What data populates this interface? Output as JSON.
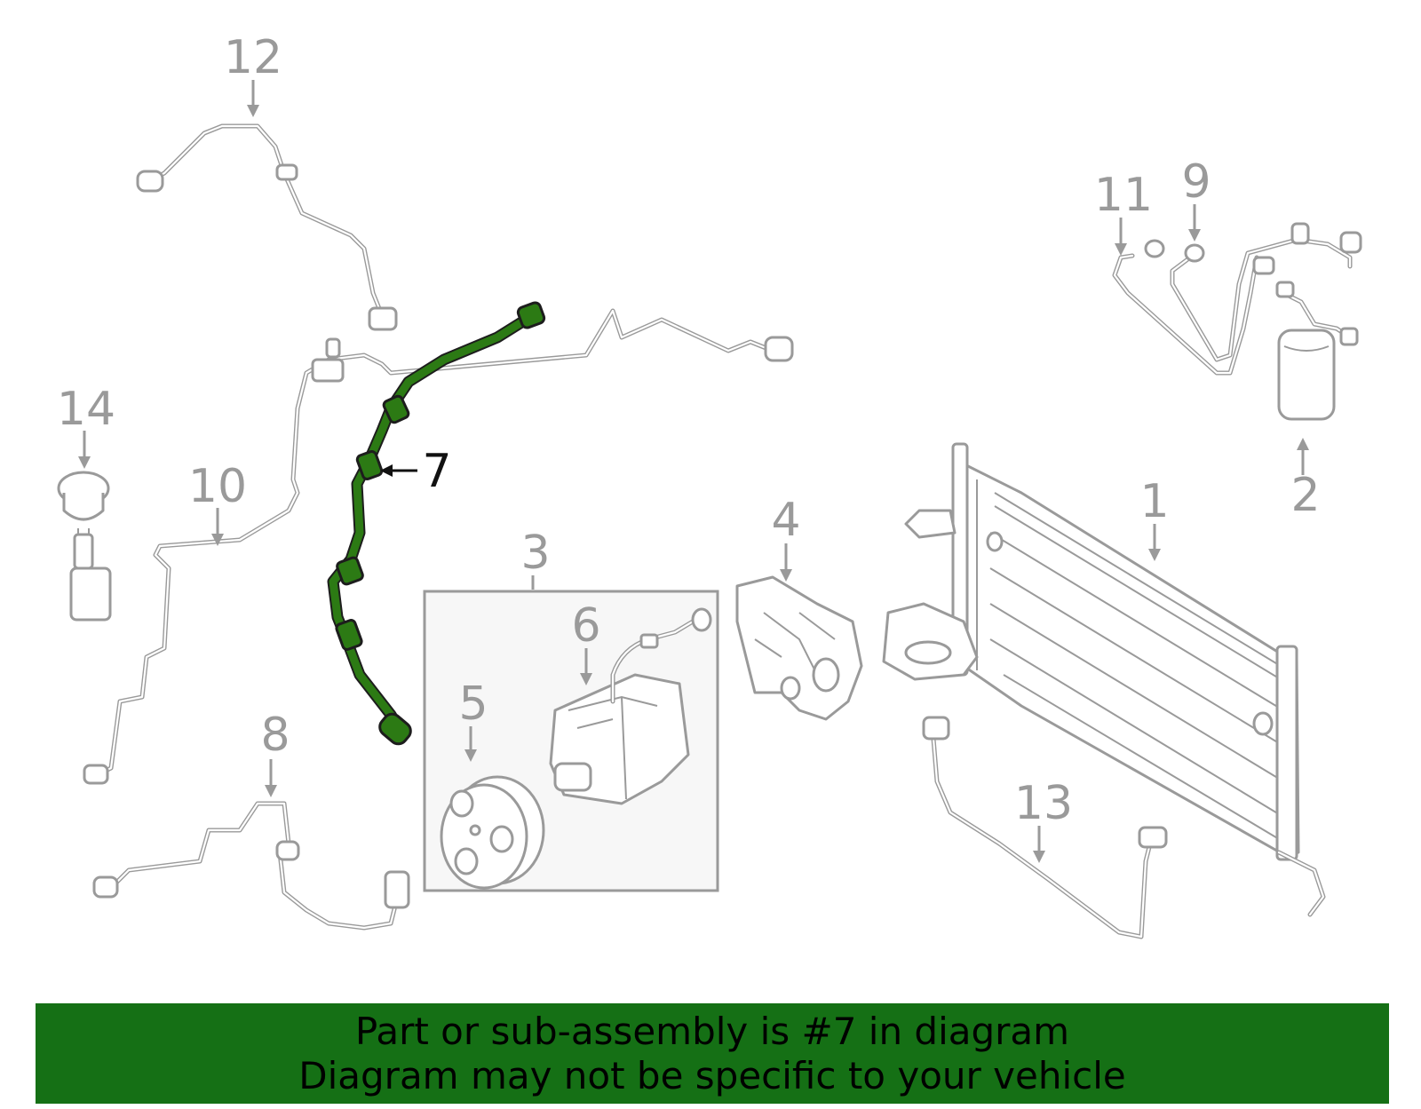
{
  "banner": {
    "line1": "Part or sub-assembly is #7 in diagram",
    "line2": "Diagram may not be specific to your vehicle",
    "color": "#157015"
  },
  "highlight": {
    "part_number": "7",
    "color": "#2c7a14"
  },
  "callouts": {
    "c1": "1",
    "c2": "2",
    "c3": "3",
    "c4": "4",
    "c5": "5",
    "c6": "6",
    "c7": "7",
    "c8": "8",
    "c9": "9",
    "c10": "10",
    "c11": "11",
    "c12": "12",
    "c13": "13",
    "c14": "14"
  }
}
